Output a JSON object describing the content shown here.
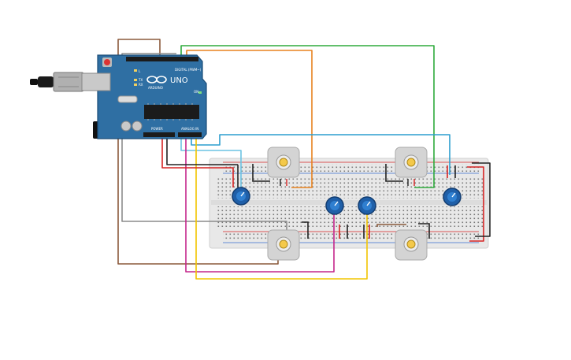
{
  "arduino": {
    "brand_label": "ARDUINO",
    "model_label": "UNO",
    "digital_label": "DIGITAL (PWM~)",
    "power_label": "POWER",
    "analog_label": "ANALOG IN",
    "on_label": "ON",
    "tx_label": "TX",
    "rx_label": "RX",
    "l_label": "L"
  },
  "colors": {
    "board": "#2f6fa3",
    "board_edge": "#1c4d78",
    "breadboard": "#e9e9e9",
    "wire_brown": "#8b5a3c",
    "wire_green": "#2eaa3c",
    "wire_orange": "#e8821e",
    "wire_blue": "#2c9ecf",
    "wire_gray": "#8c8c8c",
    "wire_magenta": "#c4268c",
    "wire_yellow": "#f2c500",
    "wire_red": "#d62424",
    "wire_black": "#222222",
    "motor_body": "#cfcfcf",
    "motor_hub": "#f4c94a",
    "pot_knob": "#1f5fa8"
  },
  "components": {
    "motors": [
      "dc-motor-1",
      "dc-motor-2",
      "dc-motor-3",
      "dc-motor-4"
    ],
    "potentiometers": [
      "potentiometer-1",
      "potentiometer-2",
      "potentiometer-3",
      "potentiometer-4"
    ]
  }
}
